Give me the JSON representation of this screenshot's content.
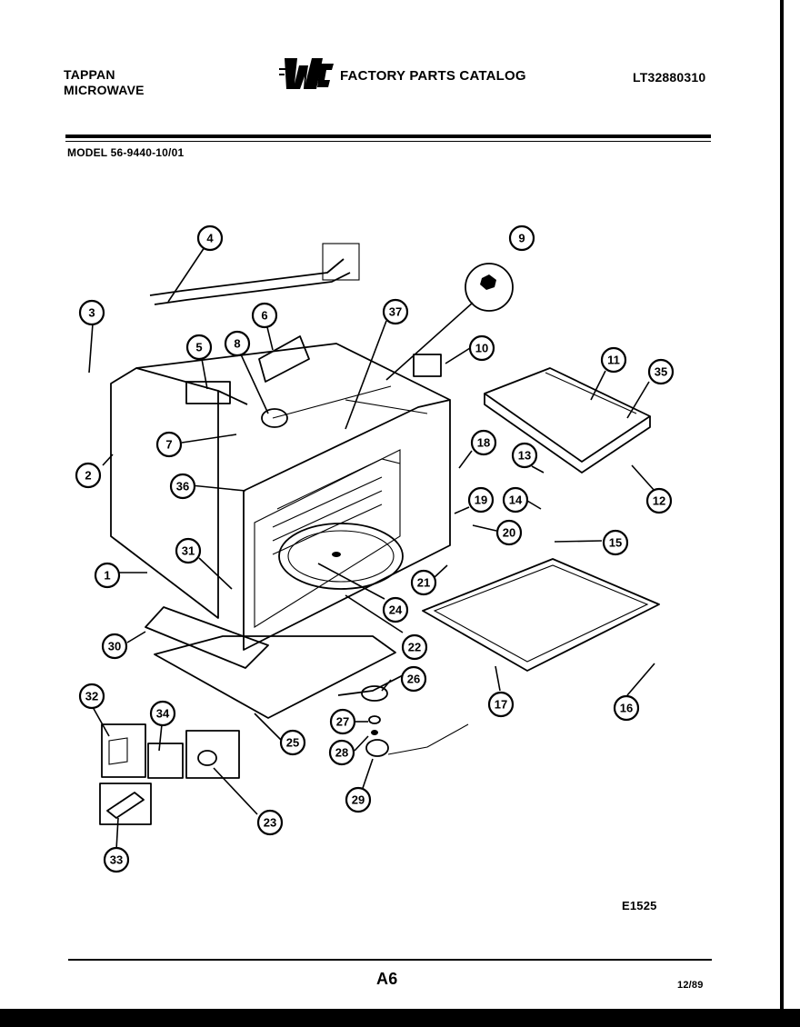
{
  "header": {
    "brand_line1": "TAPPAN",
    "brand_line2": "MICROWAVE",
    "logo_text": "WCI",
    "catalog_title": "FACTORY PARTS CATALOG",
    "catalog_number": "LT32880310",
    "model": "MODEL 56-9440-10/01"
  },
  "footer": {
    "page": "A6",
    "date": "12/89",
    "drawing_number": "E1525"
  },
  "callouts": [
    "1",
    "2",
    "3",
    "4",
    "5",
    "6",
    "7",
    "8",
    "9",
    "10",
    "11",
    "12",
    "13",
    "14",
    "15",
    "16",
    "17",
    "18",
    "19",
    "20",
    "21",
    "22",
    "23",
    "24",
    "25",
    "26",
    "27",
    "28",
    "29",
    "30",
    "31",
    "32",
    "33",
    "34",
    "35",
    "36",
    "37"
  ],
  "colors": {
    "ink": "#000000",
    "paper": "#ffffff"
  }
}
